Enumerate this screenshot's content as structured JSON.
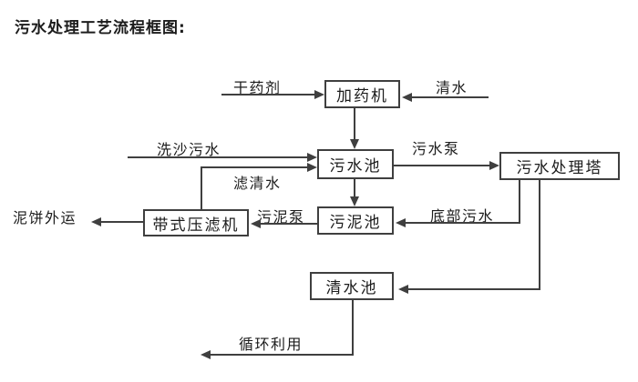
{
  "palette": {
    "line": "#3f3f3f",
    "text": "#1c1c1c",
    "bg": "#ffffff"
  },
  "title": "污水处理工艺流程框图:",
  "nodes": {
    "dosing_machine": {
      "label": "加药机"
    },
    "sewage_pool": {
      "label": "污水池"
    },
    "treatment_tower": {
      "label": "污水处理塔"
    },
    "belt_filter_press": {
      "label": "带式压滤机"
    },
    "sludge_pool": {
      "label": "污泥池"
    },
    "clean_water_pool": {
      "label": "清水池"
    }
  },
  "edge_labels": {
    "dry_agent": "干药剂",
    "clean_water": "清水",
    "sand_washing_sewage": "洗沙污水",
    "sewage_pump": "污水泵",
    "filtered_water": "滤清水",
    "mud_cake_out": "泥饼外运",
    "sludge_pump": "污泥泵",
    "bottom_sewage": "底部污水",
    "recycling": "循环利用"
  }
}
